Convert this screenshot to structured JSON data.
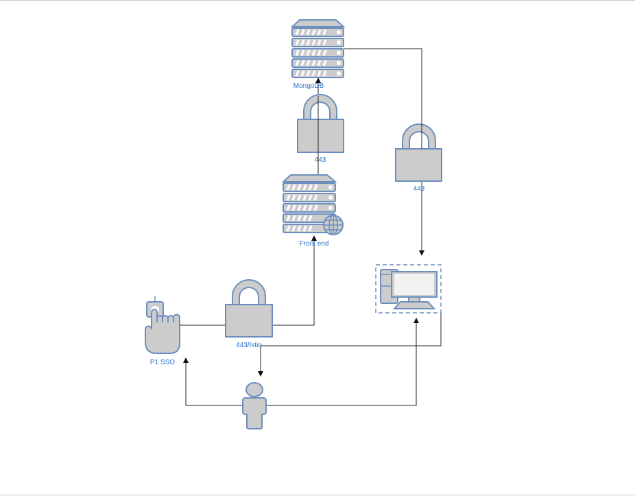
{
  "diagram": {
    "nodes": {
      "mongodb": {
        "label": "MongoDB",
        "icon": "database-server-icon"
      },
      "lock_mongo": {
        "label": "443",
        "icon": "padlock-icon"
      },
      "frontend": {
        "label": "Front end",
        "icon": "web-server-icon"
      },
      "lock_right": {
        "label": "443",
        "icon": "padlock-icon"
      },
      "lock_istio": {
        "label": "443/Istio",
        "icon": "padlock-icon"
      },
      "sso": {
        "label": "P1 SSO",
        "icon": "touch-hand-icon"
      },
      "workstation": {
        "icon": "desktop-computer-icon"
      },
      "user": {
        "icon": "user-icon"
      }
    },
    "colors": {
      "icon_fill": "#cccccc",
      "icon_stroke": "#6c8ebf",
      "label": "#2a6fc9",
      "edge": "#222222"
    }
  }
}
